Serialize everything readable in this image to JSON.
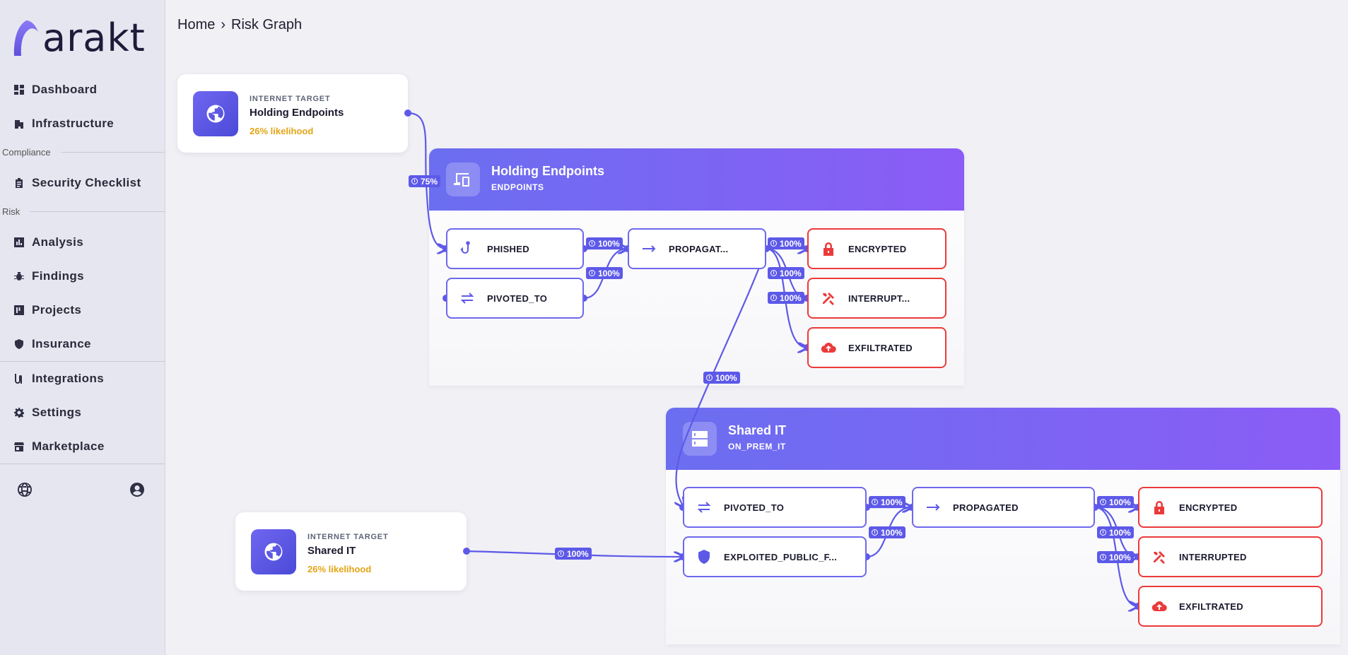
{
  "app": {
    "logo_text": "arakt"
  },
  "sidebar": {
    "items": [
      {
        "label": "Dashboard",
        "icon": "dashboard-icon"
      },
      {
        "label": "Infrastructure",
        "icon": "building-icon"
      },
      {
        "label": "Security Checklist",
        "icon": "clipboard-icon"
      },
      {
        "label": "Analysis",
        "icon": "chart-icon"
      },
      {
        "label": "Findings",
        "icon": "bug-icon"
      },
      {
        "label": "Projects",
        "icon": "kanban-icon"
      },
      {
        "label": "Insurance",
        "icon": "shield-icon"
      },
      {
        "label": "Integrations",
        "icon": "route-icon"
      },
      {
        "label": "Settings",
        "icon": "gear-icon"
      },
      {
        "label": "Marketplace",
        "icon": "store-icon"
      }
    ],
    "sections": {
      "compliance": "Compliance",
      "risk": "Risk"
    },
    "footer_icons": [
      "globe-icon",
      "user-circle-icon"
    ]
  },
  "breadcrumb": {
    "home": "Home",
    "current": "Risk Graph"
  },
  "targets": [
    {
      "kind": "INTERNET TARGET",
      "name": "Holding Endpoints",
      "likelihood": "26% likelihood"
    },
    {
      "kind": "INTERNET TARGET",
      "name": "Shared IT",
      "likelihood": "26% likelihood"
    }
  ],
  "groups": [
    {
      "title": "Holding Endpoints",
      "subtitle": "ENDPOINTS",
      "nodes": [
        "PHISHED",
        "PIVOTED_TO",
        "PROPAGAT...",
        "ENCRYPTED",
        "INTERRUPT...",
        "EXFILTRATED"
      ]
    },
    {
      "title": "Shared IT",
      "subtitle": "ON_PREM_IT",
      "nodes": [
        "PIVOTED_TO",
        "EXPLOITED_PUBLIC_F...",
        "PROPAGATED",
        "ENCRYPTED",
        "INTERRUPTED",
        "EXFILTRATED"
      ]
    }
  ],
  "edge_labels": {
    "target1_to_phished": "75%",
    "phished_to_propagated": "100%",
    "pivoted_to_propagated": "100%",
    "g1_encrypted": "100%",
    "g1_interrupted": "100%",
    "g1_exfiltrated": "100%",
    "g1_to_g2": "100%",
    "target2_to_exploited": "100%",
    "g2_to_propagated_a": "100%",
    "g2_to_propagated_b": "100%",
    "g2_encrypted": "100%",
    "g2_interrupted": "100%",
    "g2_exfiltrated": "100%"
  },
  "colors": {
    "accent": "#5d59e8",
    "impact_border": "#ec3a3a",
    "likelihood": "#e4a414",
    "header_gradient_start": "#6b6ef0",
    "header_gradient_end": "#8b5cf6"
  }
}
